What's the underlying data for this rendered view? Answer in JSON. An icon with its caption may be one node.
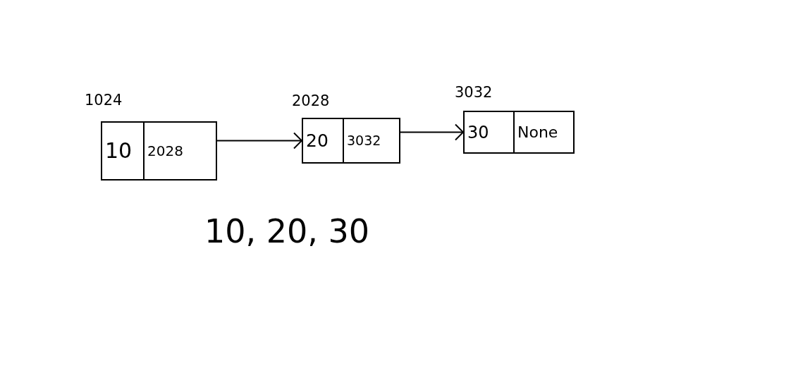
{
  "diagram": {
    "nodes": [
      {
        "text": [
          "1024"
        ]
      },
      {
        "text": [
          "10"
        ],
        "in": 0
      },
      {
        "text": [
          "2028"
        ],
        "in": 0
      },
      {
        "text": [
          "2028"
        ]
      },
      {
        "text": [
          "20"
        ],
        "in": 3
      },
      {
        "text": [
          "3032"
        ],
        "in": 3
      },
      {
        "text": [
          "3032"
        ]
      },
      {
        "text": [
          "30"
        ],
        "in": 6
      },
      {
        "text": [
          "None"
        ],
        "in": 6
      }
    ],
    "edges": [
      {
        "from": 0,
        "to": 3,
        "arrow": "to"
      },
      {
        "from": 3,
        "to": 6,
        "arrow": "to"
      }
    ],
    "labels": [
      "10, 20, 30"
    ]
  }
}
